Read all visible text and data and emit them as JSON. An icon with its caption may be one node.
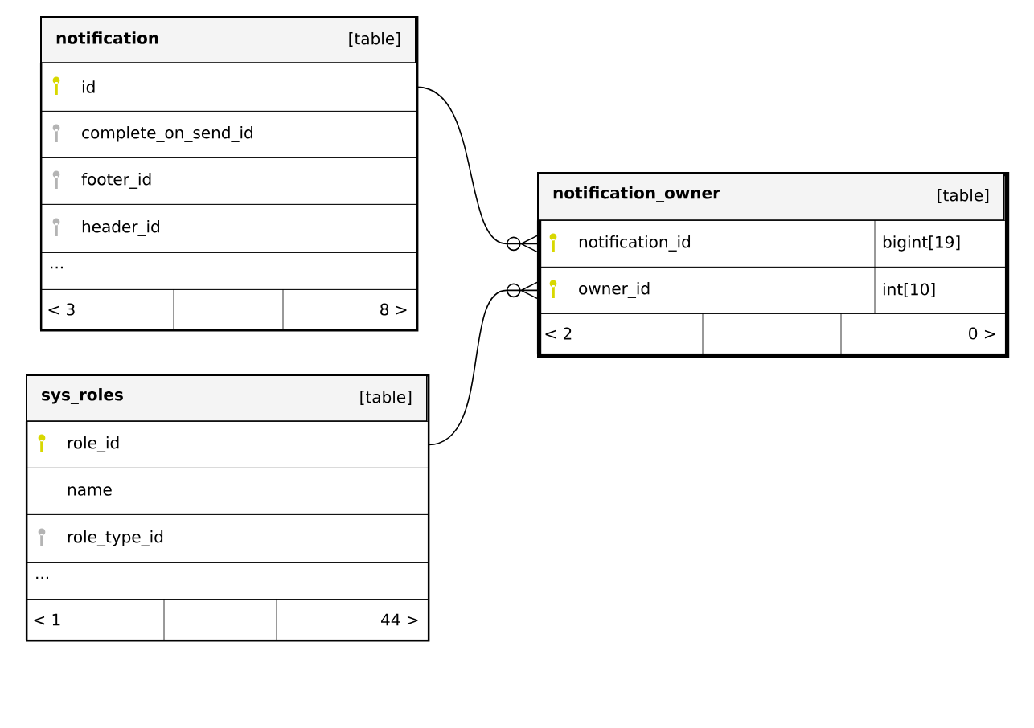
{
  "diagram": {
    "nodes": [
      {
        "text": [
          "notification",
          "[table]"
        ]
      },
      {
        "text": [
          "id"
        ],
        "in": 0
      },
      {
        "text": [
          "complete_on_send_id"
        ],
        "in": 0
      },
      {
        "text": [
          "footer_id"
        ],
        "in": 0
      },
      {
        "text": [
          "header_id"
        ],
        "in": 0
      },
      {
        "text": [
          "..."
        ],
        "in": 0
      },
      {
        "text": [
          "< 3",
          "8 >"
        ],
        "in": 0
      },
      {
        "text": [
          "notification_owner",
          "[table]"
        ]
      },
      {
        "text": [
          "notification_id",
          "bigint[19]"
        ],
        "in": 7
      },
      {
        "text": [
          "owner_id",
          "int[10]"
        ],
        "in": 7
      },
      {
        "text": [
          "< 2",
          "0 >"
        ],
        "in": 7
      },
      {
        "text": [
          "sys_roles",
          "[table]"
        ]
      },
      {
        "text": [
          "role_id"
        ],
        "in": 11
      },
      {
        "text": [
          "name"
        ],
        "in": 11
      },
      {
        "text": [
          "role_type_id"
        ],
        "in": 11
      },
      {
        "text": [
          "..."
        ],
        "in": 11
      },
      {
        "text": [
          "< 1",
          "44 >"
        ],
        "in": 11
      }
    ],
    "edges": [
      {
        "from": 1,
        "to": 8,
        "arrow": "other"
      },
      {
        "from": 12,
        "to": 9,
        "arrow": "other"
      }
    ]
  }
}
